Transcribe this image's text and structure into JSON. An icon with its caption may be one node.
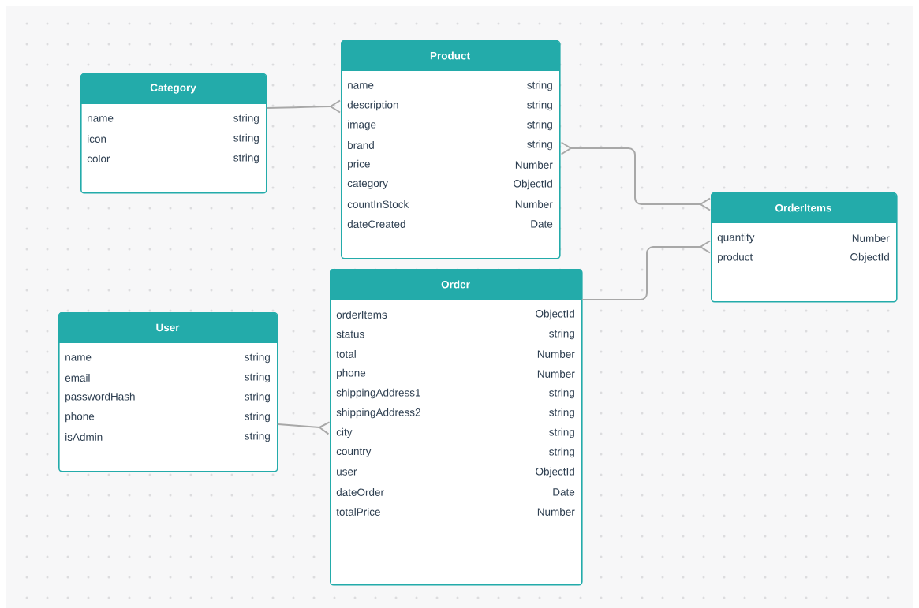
{
  "diagram": {
    "nodes": [
      {
        "text": [
          "Category",
          "name",
          "string",
          "icon",
          "string",
          "color",
          "string"
        ]
      },
      {
        "text": [
          "Product",
          "name",
          "string",
          "description",
          "string",
          "image",
          "string",
          "brand",
          "string",
          "price",
          "Number",
          "category",
          "ObjectId",
          "countInStock",
          "Number",
          "dateCreated",
          "Date"
        ]
      },
      {
        "text": [
          "OrderItems",
          "quantity",
          "Number",
          "product",
          "ObjectId"
        ]
      },
      {
        "text": [
          "Order",
          "orderItems",
          "ObjectId",
          "status",
          "string",
          "total",
          "Number",
          "phone",
          "Number",
          "shippingAddress1",
          "string",
          "shippingAddress2",
          "string",
          "city",
          "string",
          "country",
          "string",
          "user",
          "ObjectId",
          "dateOrder",
          "Date",
          "totalPrice",
          "Number"
        ]
      },
      {
        "text": [
          "User",
          "name",
          "string",
          "email",
          "string",
          "passwordHash",
          "string",
          "phone",
          "string",
          "isAdmin",
          "string"
        ]
      }
    ],
    "edges": [
      {
        "from": 0,
        "to": 1,
        "arrow": "other"
      },
      {
        "from": 1,
        "to": 2,
        "arrow": "other"
      },
      {
        "from": 3,
        "to": 2,
        "arrow": "other"
      },
      {
        "from": 4,
        "to": 3,
        "arrow": "other"
      }
    ]
  }
}
